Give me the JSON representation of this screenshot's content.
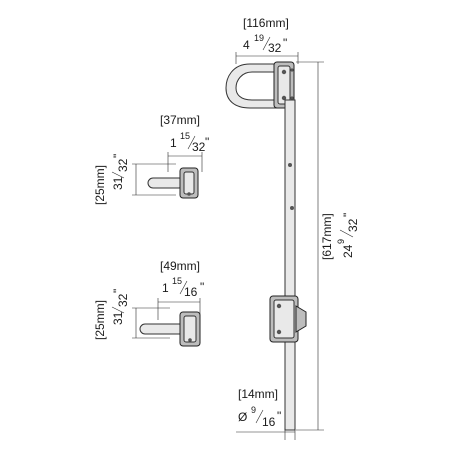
{
  "dimensions": {
    "top_width_mm": "[116mm]",
    "top_width_in_whole": "4",
    "top_width_in_num": "19",
    "top_width_in_den": "32",
    "top_width_in_mark": "\"",
    "catch1_width_mm": "[37mm]",
    "catch1_width_in_whole": "1",
    "catch1_width_in_num": "15",
    "catch1_width_in_den": "32",
    "catch1_width_in_mark": "\"",
    "catch1_height_mm": "[25mm]",
    "catch1_height_in_whole": "31",
    "catch1_height_in_den": "32",
    "catch1_height_in_mark": "\"",
    "catch2_width_mm": "[49mm]",
    "catch2_width_in_whole": "1",
    "catch2_width_in_num": "15",
    "catch2_width_in_den": "16",
    "catch2_width_in_mark": "\"",
    "catch2_height_mm": "[25mm]",
    "catch2_height_in_whole": "31",
    "catch2_height_in_den": "32",
    "catch2_height_in_mark": "\"",
    "length_mm": "[617mm]",
    "length_in_whole": "24",
    "length_in_num": "9",
    "length_in_den": "32",
    "length_in_mark": "\"",
    "diameter_mm": "[14mm]",
    "diameter_symbol": "Ø",
    "diameter_in_num": "9",
    "diameter_in_den": "16",
    "diameter_in_mark": "\""
  }
}
